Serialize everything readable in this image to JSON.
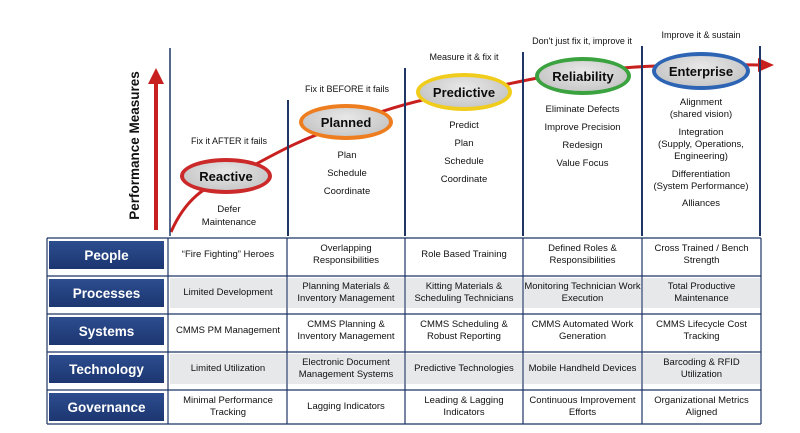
{
  "axis": {
    "y_label": "Performance Measures"
  },
  "stages": [
    {
      "name": "Reactive",
      "caption": "Fix it AFTER it fails",
      "items": [
        "Defer",
        "Maintenance"
      ]
    },
    {
      "name": "Planned",
      "caption": "Fix it BEFORE it fails",
      "items": [
        "Plan",
        "Schedule",
        "Coordinate"
      ]
    },
    {
      "name": "Predictive",
      "caption": "Measure it & fix it",
      "items": [
        "Predict",
        "Plan",
        "Schedule",
        "Coordinate"
      ]
    },
    {
      "name": "Reliability",
      "caption": "Don't just fix it, improve it",
      "items": [
        "Eliminate Defects",
        "Improve Precision",
        "Redesign",
        "Value Focus"
      ]
    },
    {
      "name": "Enterprise",
      "caption": "Improve it & sustain",
      "items": [
        "Alignment",
        "(shared vision)",
        "Integration",
        "(Supply, Operations,",
        "Engineering)",
        "Differentiation",
        "(System Performance)",
        "Alliances"
      ]
    }
  ],
  "pill_colors": {
    "Reactive": "#cc2a2a",
    "Planned": "#ee7d1f",
    "Predictive": "#f0cc1c",
    "Reliability": "#3aa23e",
    "Enterprise": "#2d64b4"
  },
  "rows": [
    {
      "label": "People",
      "cells": [
        "“Fire Fighting” Heroes",
        "Overlapping Responsibilities",
        "Role Based Training",
        "Defined Roles & Responsibilities",
        "Cross Trained / Bench Strength"
      ]
    },
    {
      "label": "Processes",
      "cells": [
        "Limited Development",
        "Planning Materials & Inventory Management",
        "Kitting Materials & Scheduling Technicians",
        "Monitoring Technician Work Execution",
        "Total Productive Maintenance"
      ]
    },
    {
      "label": "Systems",
      "cells": [
        "CMMS PM Management",
        "CMMS Planning & Inventory Management",
        "CMMS Scheduling & Robust Reporting",
        "CMMS Automated Work Generation",
        "CMMS Lifecycle Cost Tracking"
      ]
    },
    {
      "label": "Technology",
      "cells": [
        "Limited Utilization",
        "Electronic Document Management Systems",
        "Predictive Technologies",
        "Mobile Handheld Devices",
        "Barcoding & RFID Utilization"
      ]
    },
    {
      "label": "Governance",
      "cells": [
        "Minimal Performance Tracking",
        "Lagging Indicators",
        "Leading & Lagging Indicators",
        "Continuous Improvement Efforts",
        "Organizational Metrics Aligned"
      ]
    }
  ],
  "colors": {
    "curve": "#c8201f",
    "divider": "#1f3566",
    "row_label_bg": "#22407c"
  }
}
